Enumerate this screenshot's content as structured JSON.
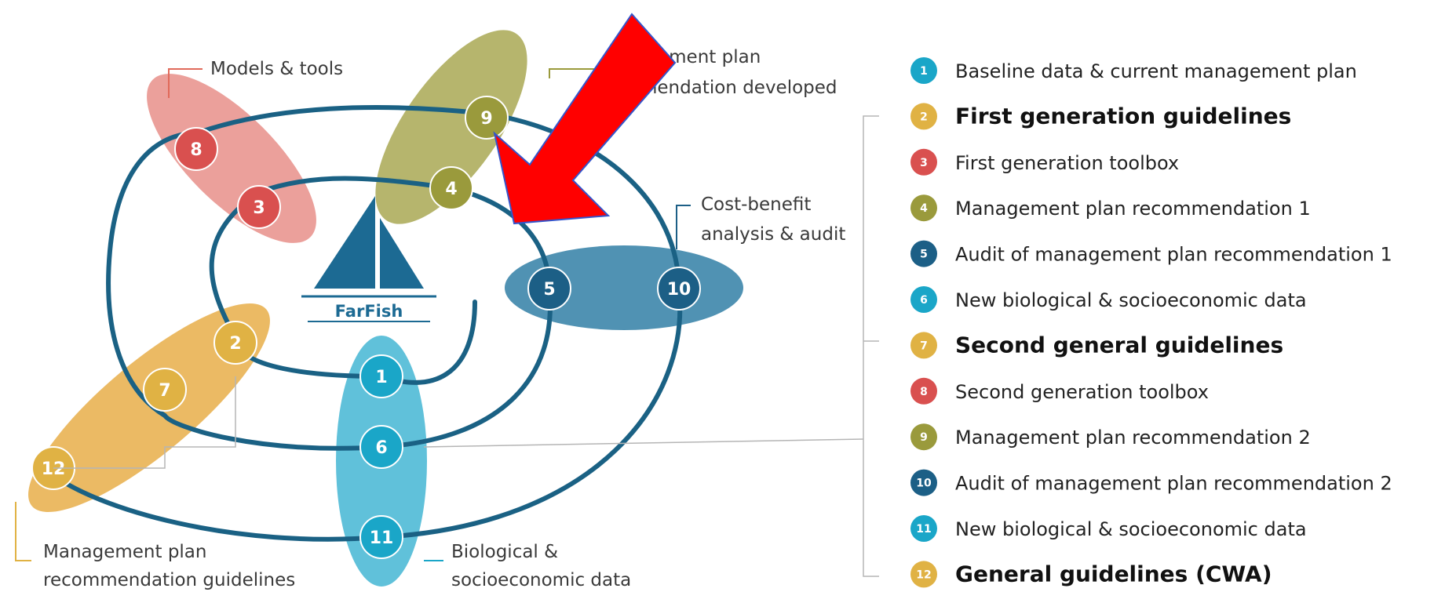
{
  "colors": {
    "red": "#d9504f",
    "olive": "#9a9a3c",
    "navy": "#1c5f86",
    "teal": "#1aa6c8",
    "gold": "#e0b244",
    "spiral": "#1a6184",
    "arrow": "#ff0000",
    "arrow_outline": "#3355cc"
  },
  "logo": {
    "text": "FarFish"
  },
  "callouts": {
    "models_tools": "Models & tools",
    "mgmt_plan_developed_l1": "ement plan",
    "mgmt_plan_developed_l2": "mendation developed",
    "cost_benefit_l1": "Cost-benefit",
    "cost_benefit_l2": "analysis & audit",
    "mgmt_guidelines_l1": "Management plan",
    "mgmt_guidelines_l2": "recommendation guidelines",
    "bio_data_l1": "Biological &",
    "bio_data_l2": "socioeconomic data"
  },
  "nodes": [
    {
      "n": "1",
      "color": "teal"
    },
    {
      "n": "2",
      "color": "gold"
    },
    {
      "n": "3",
      "color": "red"
    },
    {
      "n": "4",
      "color": "olive"
    },
    {
      "n": "5",
      "color": "navy"
    },
    {
      "n": "6",
      "color": "teal"
    },
    {
      "n": "7",
      "color": "gold"
    },
    {
      "n": "8",
      "color": "red"
    },
    {
      "n": "9",
      "color": "olive"
    },
    {
      "n": "10",
      "color": "navy"
    },
    {
      "n": "11",
      "color": "teal"
    },
    {
      "n": "12",
      "color": "gold"
    }
  ],
  "legend": [
    {
      "n": "1",
      "label": "Baseline data & current management plan",
      "color": "teal",
      "bold": false
    },
    {
      "n": "2",
      "label": "First generation guidelines",
      "color": "gold",
      "bold": true
    },
    {
      "n": "3",
      "label": "First generation toolbox",
      "color": "red",
      "bold": false
    },
    {
      "n": "4",
      "label": "Management plan recommendation 1",
      "color": "olive",
      "bold": false
    },
    {
      "n": "5",
      "label": "Audit of management plan recommendation 1",
      "color": "navy",
      "bold": false
    },
    {
      "n": "6",
      "label": "New biological & socioeconomic data",
      "color": "teal",
      "bold": false
    },
    {
      "n": "7",
      "label": "Second general guidelines",
      "color": "gold",
      "bold": true
    },
    {
      "n": "8",
      "label": "Second generation toolbox",
      "color": "red",
      "bold": false
    },
    {
      "n": "9",
      "label": "Management plan recommendation 2",
      "color": "olive",
      "bold": false
    },
    {
      "n": "10",
      "label": "Audit of management plan recommendation 2",
      "color": "navy",
      "bold": false
    },
    {
      "n": "11",
      "label": "New biological & socioeconomic data",
      "color": "teal",
      "bold": false
    },
    {
      "n": "12",
      "label": "General guidelines (CWA)",
      "color": "gold",
      "bold": true
    }
  ]
}
